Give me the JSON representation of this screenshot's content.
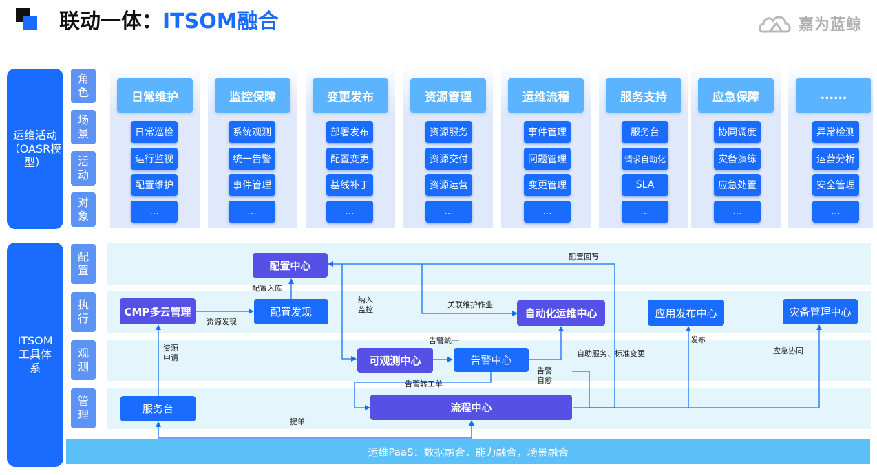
{
  "header": {
    "title_prefix": "联动一体：",
    "title_highlight": "ITSOM融合",
    "logo_text": "嘉为蓝鲸"
  },
  "oasr": {
    "label": "运维活动（OASR模型）",
    "rows": [
      "角色",
      "场景",
      "活动",
      "对象"
    ],
    "columns": [
      {
        "header": "日常维护",
        "items": [
          "日常巡检",
          "运行监视",
          "配置维护",
          "..."
        ]
      },
      {
        "header": "监控保障",
        "items": [
          "系统观测",
          "统一告警",
          "事件管理",
          "..."
        ]
      },
      {
        "header": "变更发布",
        "items": [
          "部署发布",
          "配置变更",
          "基线补丁",
          "..."
        ]
      },
      {
        "header": "资源管理",
        "items": [
          "资源服务",
          "资源交付",
          "资源运营",
          "..."
        ]
      },
      {
        "header": "运维流程",
        "items": [
          "事件管理",
          "问题管理",
          "变更管理",
          "..."
        ]
      },
      {
        "header": "服务支持",
        "items": [
          "服务台",
          "请求自动化",
          "SLA",
          "..."
        ]
      },
      {
        "header": "应急保障",
        "items": [
          "协同调度",
          "灾备演练",
          "应急处置",
          "..."
        ]
      },
      {
        "header": "......",
        "items": [
          "异常检测",
          "运营分析",
          "安全管理",
          "..."
        ]
      }
    ]
  },
  "itsom": {
    "label": "ITSOM工具体系",
    "rows": [
      "配置",
      "执行",
      "观测",
      "管理"
    ],
    "nodes": {
      "config_center": "配置中心",
      "cmp": "CMP多云管理",
      "config_discovery": "配置发现",
      "auto_ops": "自动化运维中心",
      "app_release": "应用发布中心",
      "disaster": "灾备管理中心",
      "observability": "可观测中心",
      "alert": "告警中心",
      "service_desk": "服务台",
      "process": "流程中心"
    },
    "edge_labels": {
      "config_writeback": "配置回写",
      "config_ingest": "配置入库",
      "incorporate": "纳入监控",
      "related_ops": "关联维护作业",
      "resource_discovery": "资源发现",
      "resource_request": "资源申请",
      "alert_unify": "告警统一",
      "auto_service": "自助服务、标准变更",
      "release": "发布",
      "emergency": "应急协同",
      "alert_self_heal": "告警自愈",
      "alert_ticket": "告警转工单",
      "submit": "提单"
    }
  },
  "paas": {
    "label": "运维PaaS：数据融合，能力融合，场景融合"
  }
}
